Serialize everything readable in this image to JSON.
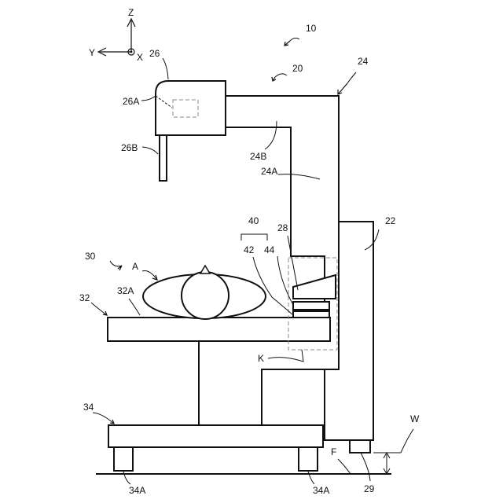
{
  "axes": {
    "z": "Z",
    "y": "Y",
    "x": "X"
  },
  "labels": {
    "n10": "10",
    "n20": "20",
    "n24": "24",
    "n26": "26",
    "n26A": "26A",
    "n26B": "26B",
    "n24B": "24B",
    "n24A": "24A",
    "n22": "22",
    "n40": "40",
    "n28": "28",
    "n42": "42",
    "n44": "44",
    "n30": "30",
    "nA": "A",
    "n32": "32",
    "n32A": "32A",
    "nK": "K",
    "n34": "34",
    "nW": "W",
    "nF": "F",
    "n29": "29",
    "n34A_left": "34A",
    "n34A_right": "34A"
  }
}
